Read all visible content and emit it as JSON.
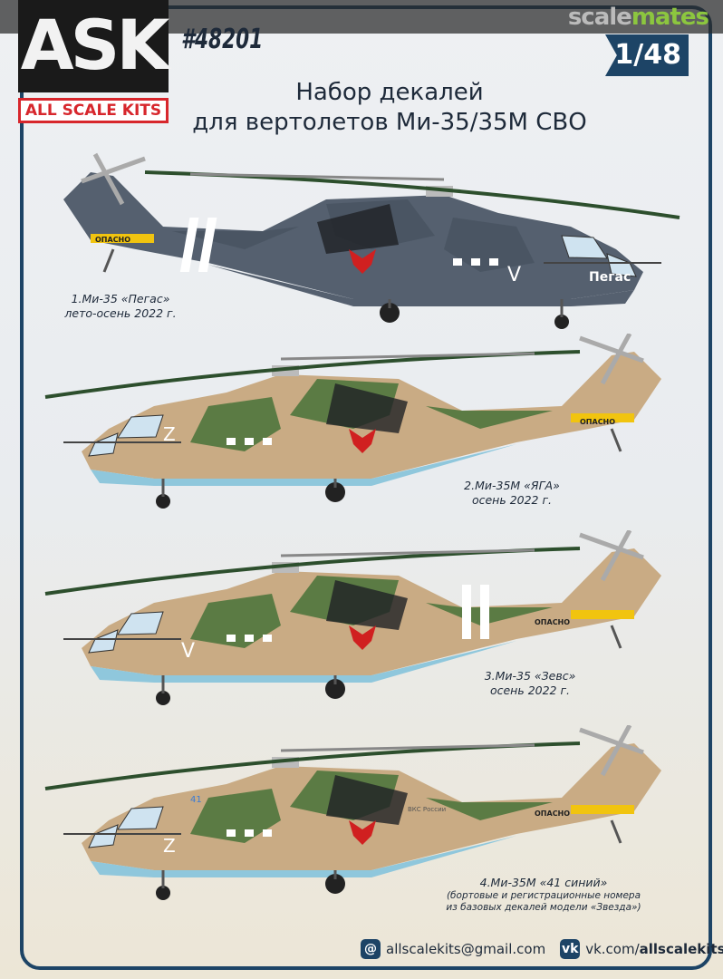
{
  "watermark": {
    "part1": "scale",
    "part2": "mates"
  },
  "logo": {
    "main": "ASK",
    "sub": "ALL SCALE KITS"
  },
  "kit_number": "#48201",
  "scale": "1/48",
  "title": {
    "line1": "Набор декалей",
    "line2": "для вертолетов Ми-35/35М СВО"
  },
  "colors": {
    "frame": "#1d4466",
    "logo_red": "#d7262c",
    "gray_scheme": "#55606f",
    "camo_tan": "#c9ab84",
    "camo_green": "#5b7b44",
    "belly_blue": "#8fc7dc"
  },
  "variants": [
    {
      "name": "1.Ми-35 «Пегас»",
      "period": "лето-осень 2022 г.",
      "markings": {
        "tail": "ОПАСНО",
        "side": "V",
        "nose": "Пегас"
      }
    },
    {
      "name": "2.Ми-35М «ЯГА»",
      "period": "осень 2022 г.",
      "markings": {
        "tail": "ОПАСНО",
        "side": "Z"
      }
    },
    {
      "name": "3.Ми-35 «Зевс»",
      "period": "осень 2022 г.",
      "markings": {
        "tail": "ОПАСНО",
        "side": "V"
      }
    },
    {
      "name": "4.Ми-35М «41 синий»",
      "period": "",
      "note1": "(бортовые и регистрационные номера",
      "note2": "из базовых декалей модели «Звезда»)",
      "markings": {
        "tail": "ОПАСНО",
        "side": "Z",
        "number": "41",
        "text": "ВКС России"
      }
    }
  ],
  "contacts": {
    "email": "allscalekits@gmail.com",
    "vk_prefix": "vk.com/",
    "vk_handle": "allscalekits",
    "email_icon": "at-icon",
    "vk_icon": "vk-icon"
  }
}
